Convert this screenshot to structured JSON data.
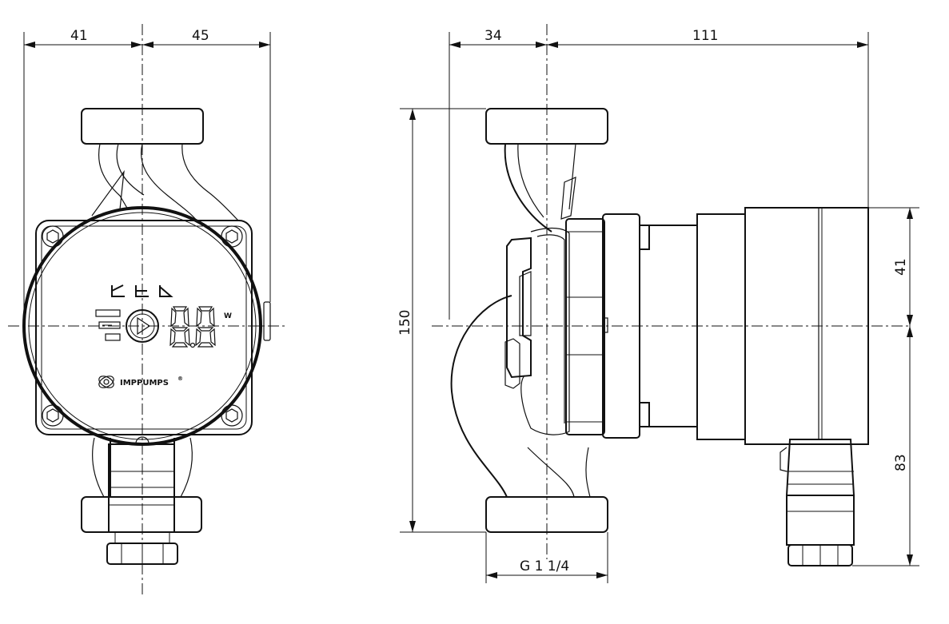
{
  "drawing": {
    "dimensions": {
      "front_left_width": "41",
      "front_right_width": "45",
      "side_left_width": "34",
      "side_right_width": "111",
      "overall_height": "150",
      "upper_height": "41",
      "lower_height": "83",
      "thread": "G 1 1/4"
    },
    "front_panel": {
      "brand": "IMPPUMPS",
      "registered_mark": "®",
      "power_unit": "W"
    },
    "colors": {
      "line": "#111111",
      "background": "#ffffff"
    }
  }
}
